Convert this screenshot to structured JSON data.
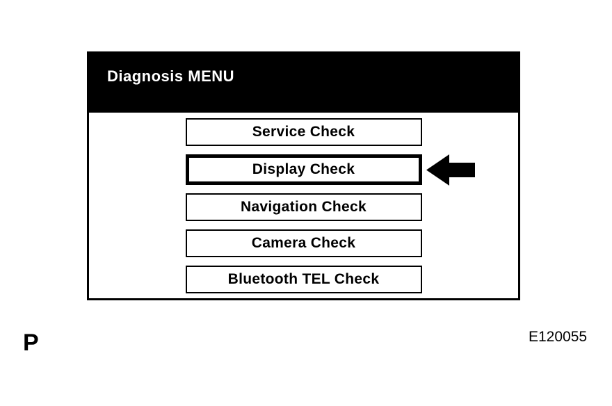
{
  "screen": {
    "title": "Diagnosis MENU",
    "menu_items": [
      {
        "label": "Service Check",
        "selected": false
      },
      {
        "label": "Display Check",
        "selected": true
      },
      {
        "label": "Navigation Check",
        "selected": false
      },
      {
        "label": "Camera Check",
        "selected": false
      },
      {
        "label": "Bluetooth TEL Check",
        "selected": false
      }
    ],
    "selected_item": "Display Check"
  },
  "annotations": {
    "page_marker": "P",
    "figure_id": "E120055"
  },
  "icons": {
    "selection_pointer": "left-arrow-icon"
  },
  "colors": {
    "header_bg": "#000000",
    "header_text": "#ffffff",
    "screen_bg": "#ffffff",
    "border": "#000000",
    "arrow": "#000000"
  }
}
